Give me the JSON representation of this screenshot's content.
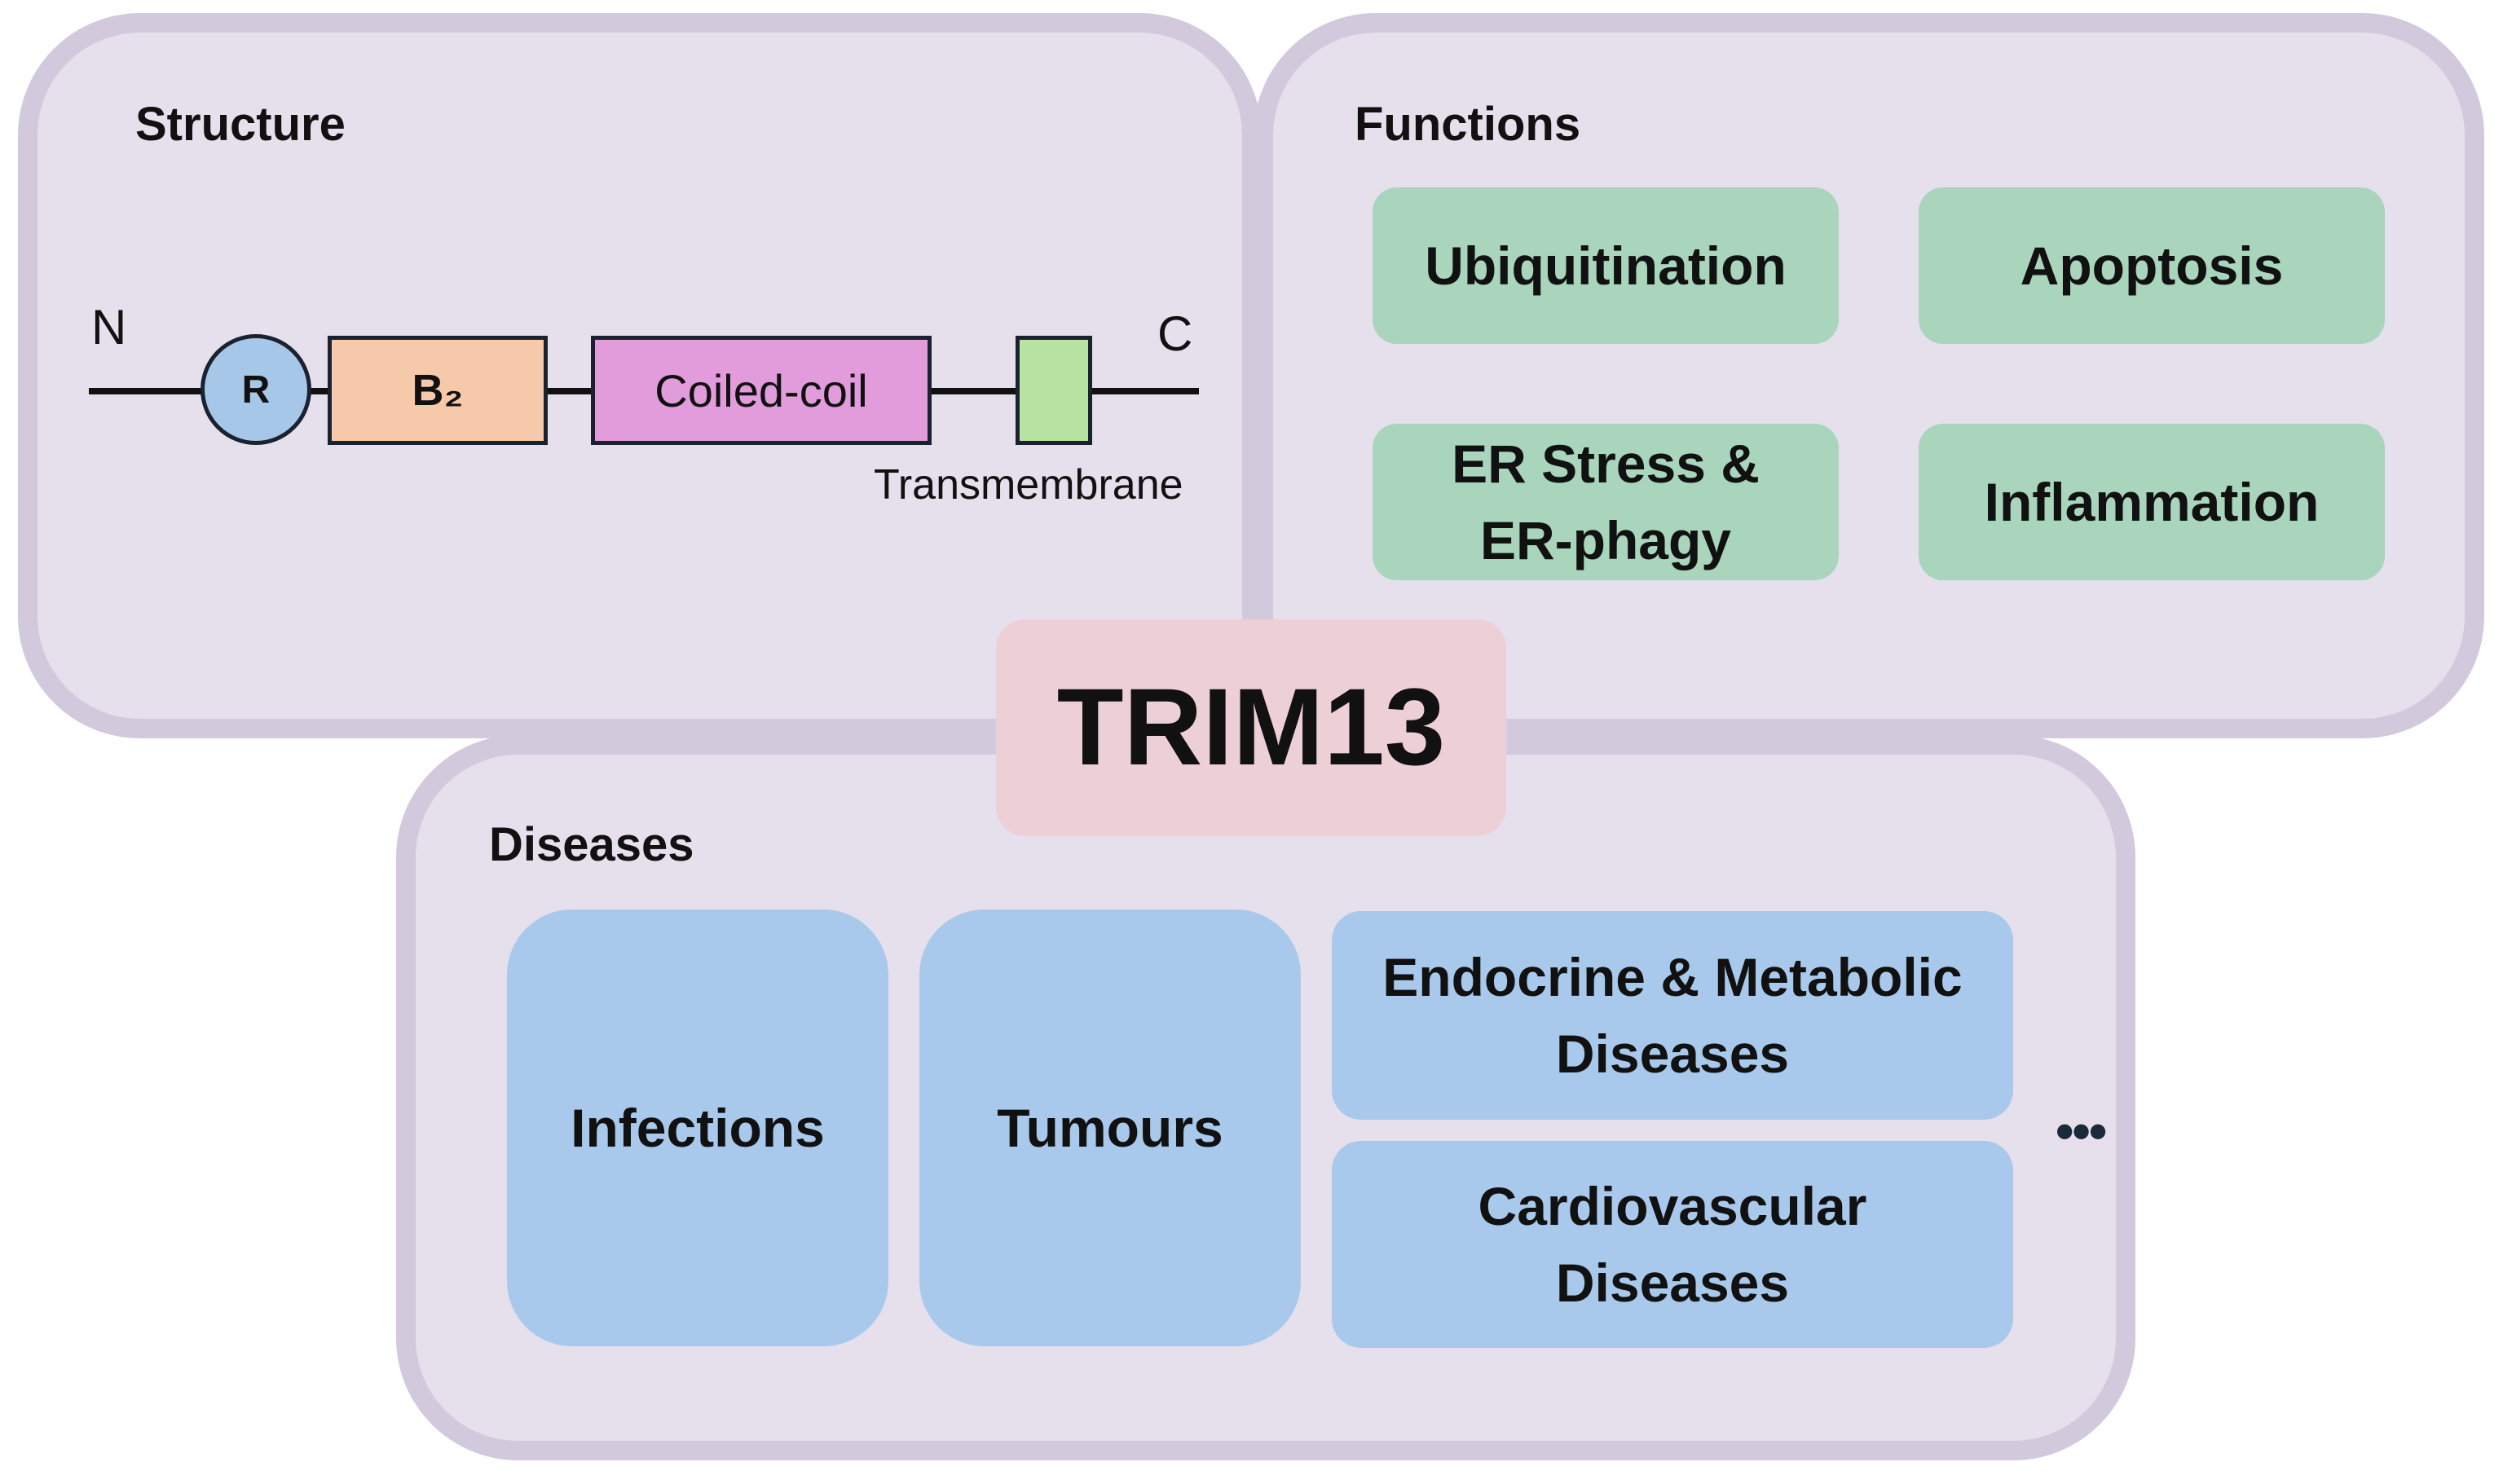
{
  "structure": {
    "title": "Structure",
    "n_terminus": "N",
    "c_terminus": "C",
    "domains": {
      "ring": "R",
      "bbox2": "B₂",
      "coiled_coil": "Coiled-coil",
      "transmembrane_label": "Transmembrane"
    },
    "colors": {
      "ring": "#a7c7e8",
      "bbox2": "#f5c9a9",
      "coiled_coil": "#e29cdc",
      "transmembrane": "#b6e3a1"
    }
  },
  "functions": {
    "title": "Functions",
    "items": [
      {
        "lines": [
          "Ubiquitination"
        ]
      },
      {
        "lines": [
          "Apoptosis"
        ]
      },
      {
        "lines": [
          "ER Stress &",
          "ER-phagy"
        ]
      },
      {
        "lines": [
          "Inflammation"
        ]
      }
    ],
    "color": "#a8d5bb"
  },
  "center": {
    "label": "TRIM13",
    "color": "#edcfd6"
  },
  "diseases": {
    "title": "Diseases",
    "items": [
      {
        "lines": [
          "Infections"
        ]
      },
      {
        "lines": [
          "Tumours"
        ]
      },
      {
        "lines": [
          "Endocrine & Metabolic",
          "Diseases"
        ]
      },
      {
        "lines": [
          "Cardiovascular",
          "Diseases"
        ]
      }
    ],
    "more": "•••",
    "color": "#a8c9eb"
  },
  "panel_colors": {
    "fill": "#e6dfec",
    "border": "#d3c9dd"
  }
}
